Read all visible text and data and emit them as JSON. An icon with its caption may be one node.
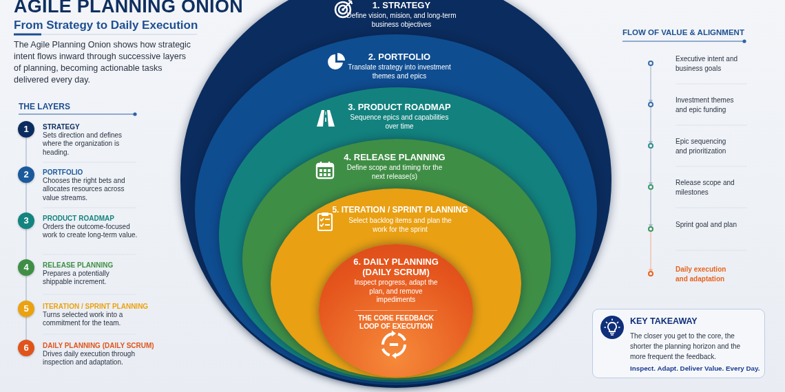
{
  "diagram": {
    "title": "AGILE PLANNING ONION",
    "nodes": [
      {
        "text": [
          "1. STRATEGY",
          "Define vision, mision, and long-term business objectives"
        ]
      },
      {
        "text": [
          "2. PORTFOLIO",
          "Translate strategy into investment themes and epics"
        ],
        "in": 0
      },
      {
        "text": [
          "3. PRODUCT ROADMAP",
          "Sequence epics and capabilities over time"
        ],
        "in": 1
      },
      {
        "text": [
          "4. RELEASE PLANNING",
          "Define scope and timing for the next release(s)"
        ],
        "in": 2
      },
      {
        "text": [
          "5. ITERATION / SPRINT PLANNING",
          "Select backlog items and plan the work for the sprint"
        ],
        "in": 3
      },
      {
        "text": [
          "6. DAILY PLANNING (DAILY SCRUM)",
          "Inspect progress, adapt the plan, and remove impediments",
          "THE CORE FEEDBACK LOOP OF EXECUTION"
        ],
        "in": 4
      },
      {
        "text": [
          "1"
        ],
        "beside": [
          "STRATEGY",
          "Sets direction and defines where the organization is heading."
        ]
      },
      {
        "text": [
          "2"
        ],
        "beside": [
          "PORTFOLIO",
          "Chooses the right bets and allocates resources across value streams."
        ]
      },
      {
        "text": [
          "3"
        ],
        "beside": [
          "PRODUCT ROADMAP",
          "Orders the outcome-focused work to create long-term value."
        ]
      },
      {
        "text": [
          "4"
        ],
        "beside": [
          "RELEASE PLANNING",
          "Prepares a potentially shippable increment."
        ]
      },
      {
        "text": [
          "5"
        ],
        "beside": [
          "ITERATION / SPRINT PLANNING",
          "Turns selected work into a commitment for the team."
        ]
      },
      {
        "text": [
          "6"
        ],
        "beside": [
          "DAILY PLANNING (DAILY SCRUM)",
          "Drives daily execution through inspection and adaptation."
        ]
      },
      {
        "text": [],
        "shape": "circle",
        "beside": [
          "Executive intent and business goals"
        ]
      },
      {
        "text": [],
        "shape": "circle",
        "beside": [
          "Investment themes and epic funding"
        ]
      },
      {
        "text": [],
        "shape": "circle",
        "beside": [
          "Epic sequencing and prioritization"
        ]
      },
      {
        "text": [],
        "shape": "circle",
        "beside": [
          "Release scope and milestones"
        ]
      },
      {
        "text": [],
        "shape": "circle",
        "beside": [
          "Sprint goal and plan"
        ]
      },
      {
        "text": [],
        "shape": "circle",
        "beside": [
          "Daily execution and adaptation"
        ]
      },
      {
        "text": [
          "KEY TAKEAWAY",
          "The closer you get to the core, the shorter the planning horizon and the more frequent the feedback.",
          "Inspect. Adapt. Deliver Value. Every Day."
        ]
      }
    ],
    "edges": [
      {
        "from": 6,
        "to": 7,
        "arrow": "none"
      },
      {
        "from": 7,
        "to": 8,
        "arrow": "none"
      },
      {
        "from": 8,
        "to": 9,
        "arrow": "none"
      },
      {
        "from": 9,
        "to": 10,
        "arrow": "none"
      },
      {
        "from": 10,
        "to": 11,
        "arrow": "none"
      },
      {
        "from": 12,
        "to": 13,
        "arrow": "to"
      },
      {
        "from": 13,
        "to": 14,
        "arrow": "to"
      },
      {
        "from": 14,
        "to": 15,
        "arrow": "to"
      },
      {
        "from": 15,
        "to": 16,
        "arrow": "to"
      },
      {
        "from": 16,
        "to": 17,
        "arrow": "to",
        "color": "#f2b59a"
      }
    ],
    "labels": [
      "From Strategy to Daily Execution",
      "The Agile Planning Onion shows how strategic intent flows inward through successive layers of planning, becoming actionable tasks delivered every day.",
      "THE LAYERS",
      "FLOW OF VALUE & ALIGNMENT"
    ]
  }
}
